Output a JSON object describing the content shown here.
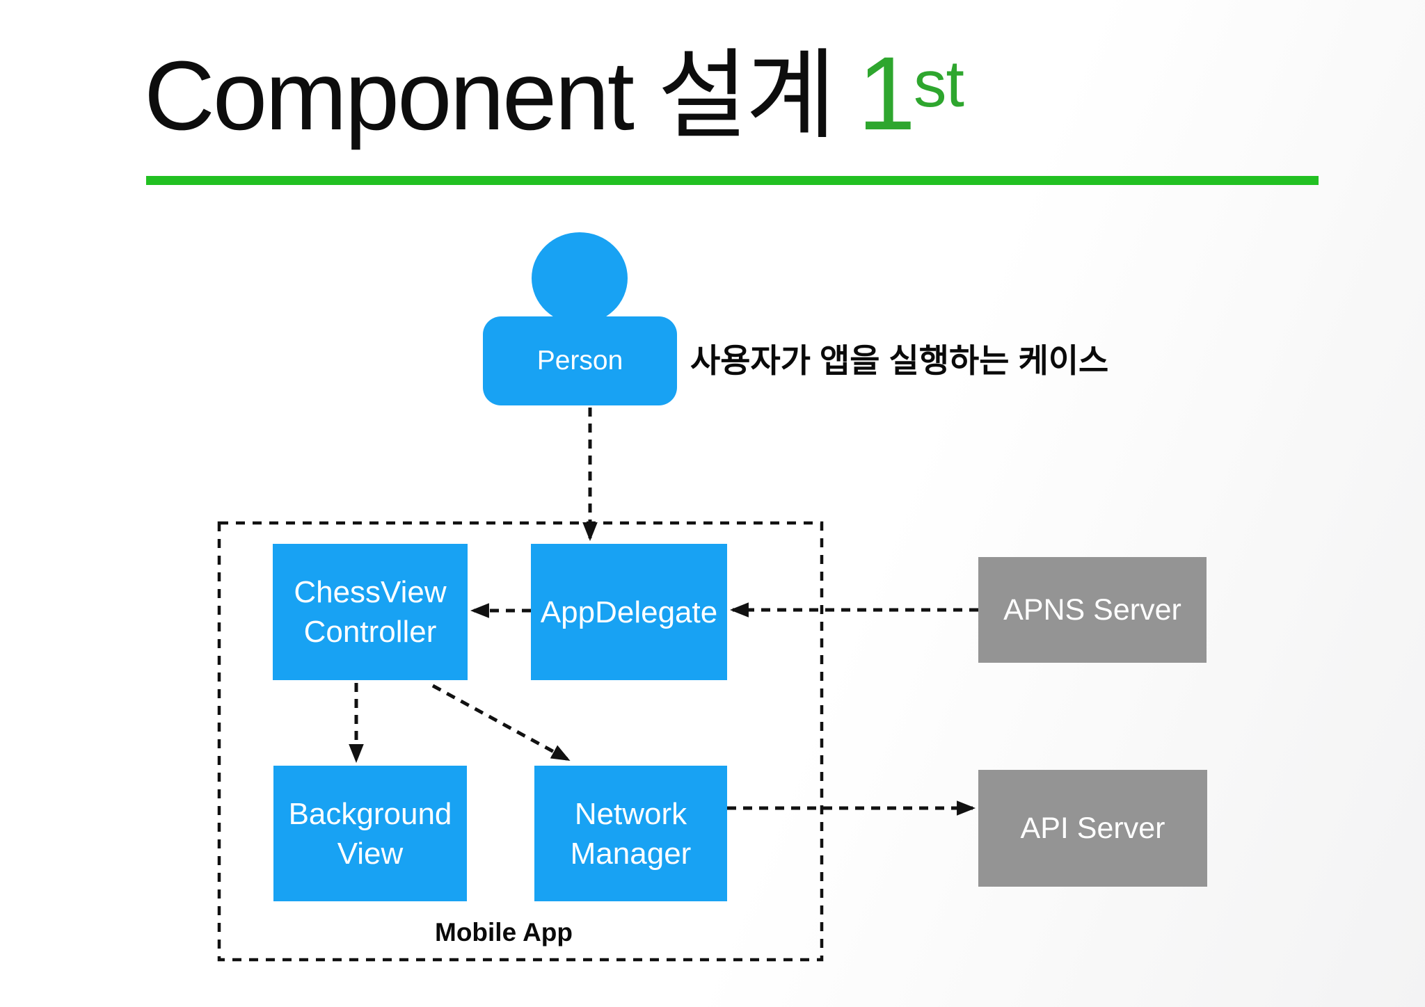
{
  "title": {
    "text_main": "Component 설계",
    "ordinal_number": "1",
    "ordinal_suffix": "st",
    "accent_color": "#2ea62e",
    "underline_color": "#22c022"
  },
  "actor": {
    "label": "Person",
    "color": "#18a2f3"
  },
  "annotation": {
    "text": "사용자가 앱을 실행하는 케이스"
  },
  "container": {
    "label": "Mobile App",
    "border_style": "dashed"
  },
  "nodes": {
    "chessview_controller": {
      "label": "ChessView Controller",
      "color": "#18a2f3"
    },
    "app_delegate": {
      "label": "AppDelegate",
      "color": "#18a2f3"
    },
    "background_view": {
      "label": "Background View",
      "color": "#18a2f3"
    },
    "network_manager": {
      "label": "Network Manager",
      "color": "#18a2f3"
    },
    "apns_server": {
      "label": "APNS Server",
      "color": "#949494"
    },
    "api_server": {
      "label": "API Server",
      "color": "#949494"
    }
  },
  "edges": [
    {
      "from": "Person",
      "to": "AppDelegate",
      "style": "dashed-arrow"
    },
    {
      "from": "AppDelegate",
      "to": "ChessView Controller",
      "style": "dashed-arrow"
    },
    {
      "from": "APNS Server",
      "to": "AppDelegate",
      "style": "dashed-arrow"
    },
    {
      "from": "ChessView Controller",
      "to": "Background View",
      "style": "dashed-arrow"
    },
    {
      "from": "ChessView Controller",
      "to": "Network Manager",
      "style": "dashed-arrow"
    },
    {
      "from": "Network Manager",
      "to": "API Server",
      "style": "dashed-arrow"
    }
  ]
}
